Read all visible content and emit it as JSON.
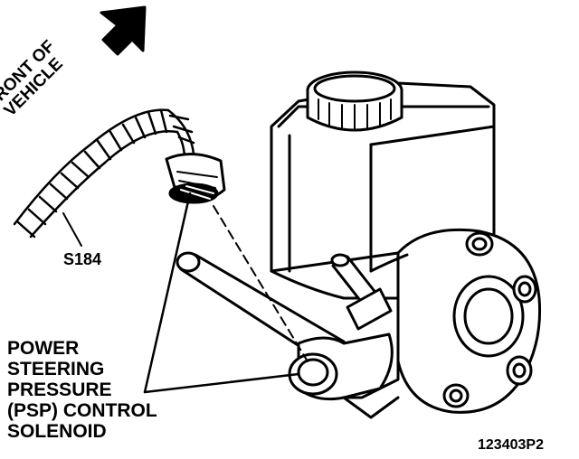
{
  "diagram": {
    "front_arrow_label": "FRONT OF\nVEHICLE",
    "connector_label": "S184",
    "solenoid_label": "POWER\nSTEERING\nPRESSURE\n(PSP) CONTROL\nSOLENOID",
    "figure_id": "123403P2",
    "stroke_color": "#000000",
    "background_color": "#ffffff"
  }
}
